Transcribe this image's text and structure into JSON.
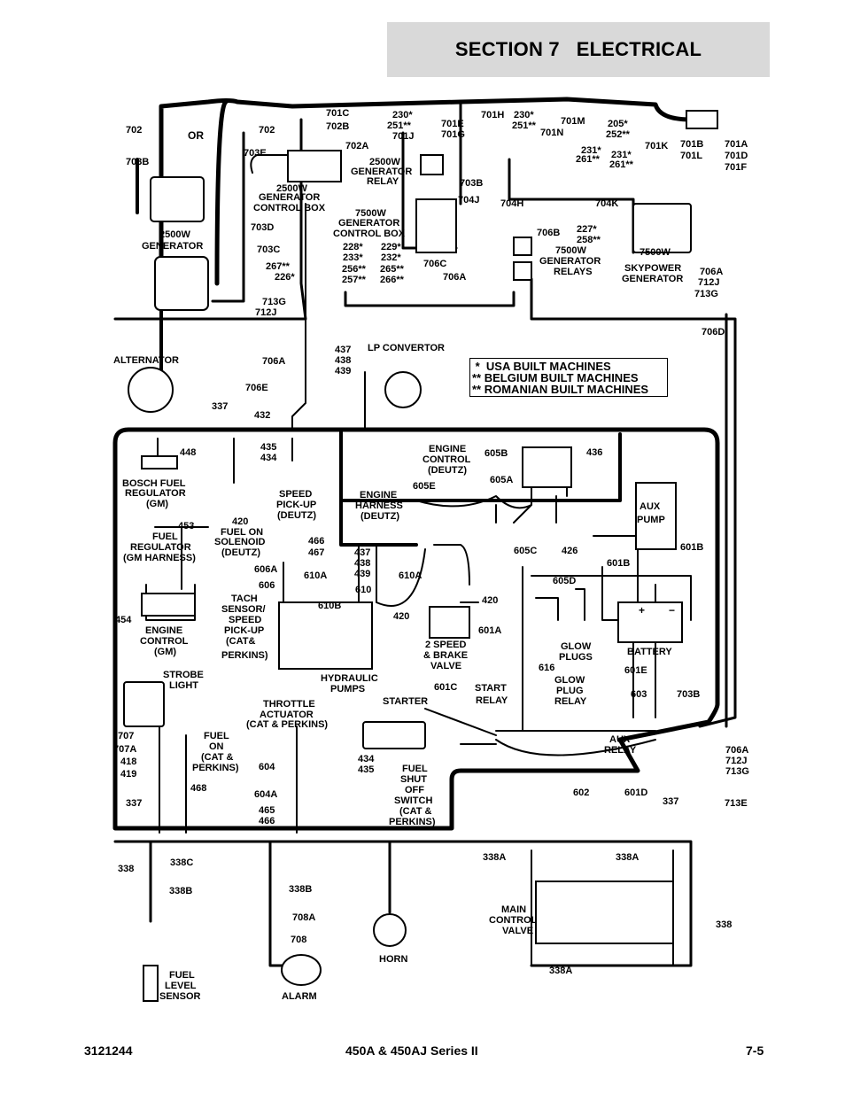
{
  "header": {
    "section_title": "SECTION 7   ELECTRICAL"
  },
  "footer": {
    "doc_number": "3121244",
    "model": "450A & 450AJ Series II",
    "page": "7-5"
  },
  "legend": [
    " *  USA BUILT MACHINES",
    "** BELGIUM BUILT MACHINES",
    "** ROMANIAN BUILT MACHINES"
  ],
  "labels": [
    {
      "t": "702"
    },
    {
      "t": "703B"
    },
    {
      "t": "OR"
    },
    {
      "t": "702"
    },
    {
      "t": "703E"
    },
    {
      "t": "701C"
    },
    {
      "t": "702B"
    },
    {
      "t": "702A"
    },
    {
      "t": "230*"
    },
    {
      "t": "251**"
    },
    {
      "t": "701J"
    },
    {
      "t": "701E"
    },
    {
      "t": "701G"
    },
    {
      "t": "701H"
    },
    {
      "t": "230*"
    },
    {
      "t": "251**"
    },
    {
      "t": "701N"
    },
    {
      "t": "701M"
    },
    {
      "t": "205*"
    },
    {
      "t": "252**"
    },
    {
      "t": "231*"
    },
    {
      "t": "261**"
    },
    {
      "t": "231*"
    },
    {
      "t": "261**"
    },
    {
      "t": "701K"
    },
    {
      "t": "701B"
    },
    {
      "t": "701L"
    },
    {
      "t": "701A"
    },
    {
      "t": "701D"
    },
    {
      "t": "701F"
    },
    {
      "t": "2500W"
    },
    {
      "t": "GENERATOR"
    },
    {
      "t": "2500W"
    },
    {
      "t": "GENERATOR"
    },
    {
      "t": "CONTROL BOX"
    },
    {
      "t": "2500W"
    },
    {
      "t": "GENERATOR"
    },
    {
      "t": "RELAY"
    },
    {
      "t": "703B"
    },
    {
      "t": "704J"
    },
    {
      "t": "704H"
    },
    {
      "t": "704K"
    },
    {
      "t": "703D"
    },
    {
      "t": "703C"
    },
    {
      "t": "7500W"
    },
    {
      "t": "GENERATOR"
    },
    {
      "t": "CONTROL BOX"
    },
    {
      "t": "228*"
    },
    {
      "t": "233*"
    },
    {
      "t": "256**"
    },
    {
      "t": "257**"
    },
    {
      "t": "229*"
    },
    {
      "t": "232*"
    },
    {
      "t": "265**"
    },
    {
      "t": "266**"
    },
    {
      "t": "706C"
    },
    {
      "t": "706A"
    },
    {
      "t": "706B"
    },
    {
      "t": "227*"
    },
    {
      "t": "258**"
    },
    {
      "t": "7500W"
    },
    {
      "t": "GENERATOR"
    },
    {
      "t": "RELAYS"
    },
    {
      "t": "7500W"
    },
    {
      "t": "SKYPOWER"
    },
    {
      "t": "GENERATOR"
    },
    {
      "t": "706A"
    },
    {
      "t": "712J"
    },
    {
      "t": "713G"
    },
    {
      "t": "267**"
    },
    {
      "t": "226*"
    },
    {
      "t": "713G"
    },
    {
      "t": "712J"
    },
    {
      "t": "ALTERNATOR"
    },
    {
      "t": "706A"
    },
    {
      "t": "706E"
    },
    {
      "t": "337"
    },
    {
      "t": "432"
    },
    {
      "t": "437"
    },
    {
      "t": "438"
    },
    {
      "t": "439"
    },
    {
      "t": "LP CONVERTOR"
    },
    {
      "t": "706D"
    },
    {
      "t": "448"
    },
    {
      "t": "BOSCH FUEL"
    },
    {
      "t": "REGULATOR"
    },
    {
      "t": "(GM)"
    },
    {
      "t": "453"
    },
    {
      "t": "FUEL"
    },
    {
      "t": "REGULATOR"
    },
    {
      "t": "(GM HARNESS)"
    },
    {
      "t": "420"
    },
    {
      "t": "FUEL ON"
    },
    {
      "t": "SOLENOID"
    },
    {
      "t": "(DEUTZ)"
    },
    {
      "t": "435"
    },
    {
      "t": "434"
    },
    {
      "t": "SPEED"
    },
    {
      "t": "PICK-UP"
    },
    {
      "t": "(DEUTZ)"
    },
    {
      "t": "ENGINE"
    },
    {
      "t": "CONTROL"
    },
    {
      "t": "(DEUTZ)"
    },
    {
      "t": "605B"
    },
    {
      "t": "436"
    },
    {
      "t": "605E"
    },
    {
      "t": "605A"
    },
    {
      "t": "ENGINE"
    },
    {
      "t": "HARNESS"
    },
    {
      "t": "(DEUTZ)"
    },
    {
      "t": "AUX"
    },
    {
      "t": "PUMP"
    },
    {
      "t": "605C"
    },
    {
      "t": "426"
    },
    {
      "t": "601B"
    },
    {
      "t": "601B"
    },
    {
      "t": "466"
    },
    {
      "t": "467"
    },
    {
      "t": "437"
    },
    {
      "t": "438"
    },
    {
      "t": "439"
    },
    {
      "t": "606A"
    },
    {
      "t": "606"
    },
    {
      "t": "610A"
    },
    {
      "t": "610"
    },
    {
      "t": "610A"
    },
    {
      "t": "610B"
    },
    {
      "t": "420"
    },
    {
      "t": "420"
    },
    {
      "t": "TACH"
    },
    {
      "t": "SENSOR/"
    },
    {
      "t": "SPEED"
    },
    {
      "t": "PICK-UP"
    },
    {
      "t": "(CAT&"
    },
    {
      "t": "PERKINS)"
    },
    {
      "t": "454"
    },
    {
      "t": "ENGINE"
    },
    {
      "t": "CONTROL"
    },
    {
      "t": "(GM)"
    },
    {
      "t": "605D"
    },
    {
      "t": "601A"
    },
    {
      "t": "2 SPEED"
    },
    {
      "t": "& BRAKE"
    },
    {
      "t": "VALVE"
    },
    {
      "t": "GLOW"
    },
    {
      "t": "PLUGS"
    },
    {
      "t": "616"
    },
    {
      "t": "BATTERY"
    },
    {
      "t": "601E"
    },
    {
      "t": "HYDRAULIC"
    },
    {
      "t": "PUMPS"
    },
    {
      "t": "STROBE"
    },
    {
      "t": "LIGHT"
    },
    {
      "t": "THROTTLE"
    },
    {
      "t": "ACTUATOR"
    },
    {
      "t": "(CAT & PERKINS)"
    },
    {
      "t": "STARTER"
    },
    {
      "t": "601C"
    },
    {
      "t": "START"
    },
    {
      "t": "RELAY"
    },
    {
      "t": "GLOW"
    },
    {
      "t": "PLUG"
    },
    {
      "t": "RELAY"
    },
    {
      "t": "603"
    },
    {
      "t": "703B"
    },
    {
      "t": "707"
    },
    {
      "t": "707A"
    },
    {
      "t": "418"
    },
    {
      "t": "419"
    },
    {
      "t": "FUEL"
    },
    {
      "t": "ON"
    },
    {
      "t": "(CAT &"
    },
    {
      "t": "PERKINS)"
    },
    {
      "t": "604"
    },
    {
      "t": "468"
    },
    {
      "t": "AUX"
    },
    {
      "t": "RELAY"
    },
    {
      "t": "706A"
    },
    {
      "t": "712J"
    },
    {
      "t": "713G"
    },
    {
      "t": "434"
    },
    {
      "t": "435"
    },
    {
      "t": "FUEL"
    },
    {
      "t": "SHUT"
    },
    {
      "t": "OFF"
    },
    {
      "t": "SWITCH"
    },
    {
      "t": "(CAT &"
    },
    {
      "t": "PERKINS)"
    },
    {
      "t": "604A"
    },
    {
      "t": "465"
    },
    {
      "t": "466"
    },
    {
      "t": "602"
    },
    {
      "t": "601D"
    },
    {
      "t": "337"
    },
    {
      "t": "713E"
    },
    {
      "t": "337"
    },
    {
      "t": "338"
    },
    {
      "t": "338C"
    },
    {
      "t": "338B"
    },
    {
      "t": "338B"
    },
    {
      "t": "708A"
    },
    {
      "t": "708"
    },
    {
      "t": "338A"
    },
    {
      "t": "338A"
    },
    {
      "t": "MAIN"
    },
    {
      "t": "CONTROL"
    },
    {
      "t": "VALVE"
    },
    {
      "t": "338"
    },
    {
      "t": "338A"
    },
    {
      "t": "HORN"
    },
    {
      "t": "FUEL"
    },
    {
      "t": "LEVEL"
    },
    {
      "t": "SENSOR"
    },
    {
      "t": "ALARM"
    }
  ]
}
